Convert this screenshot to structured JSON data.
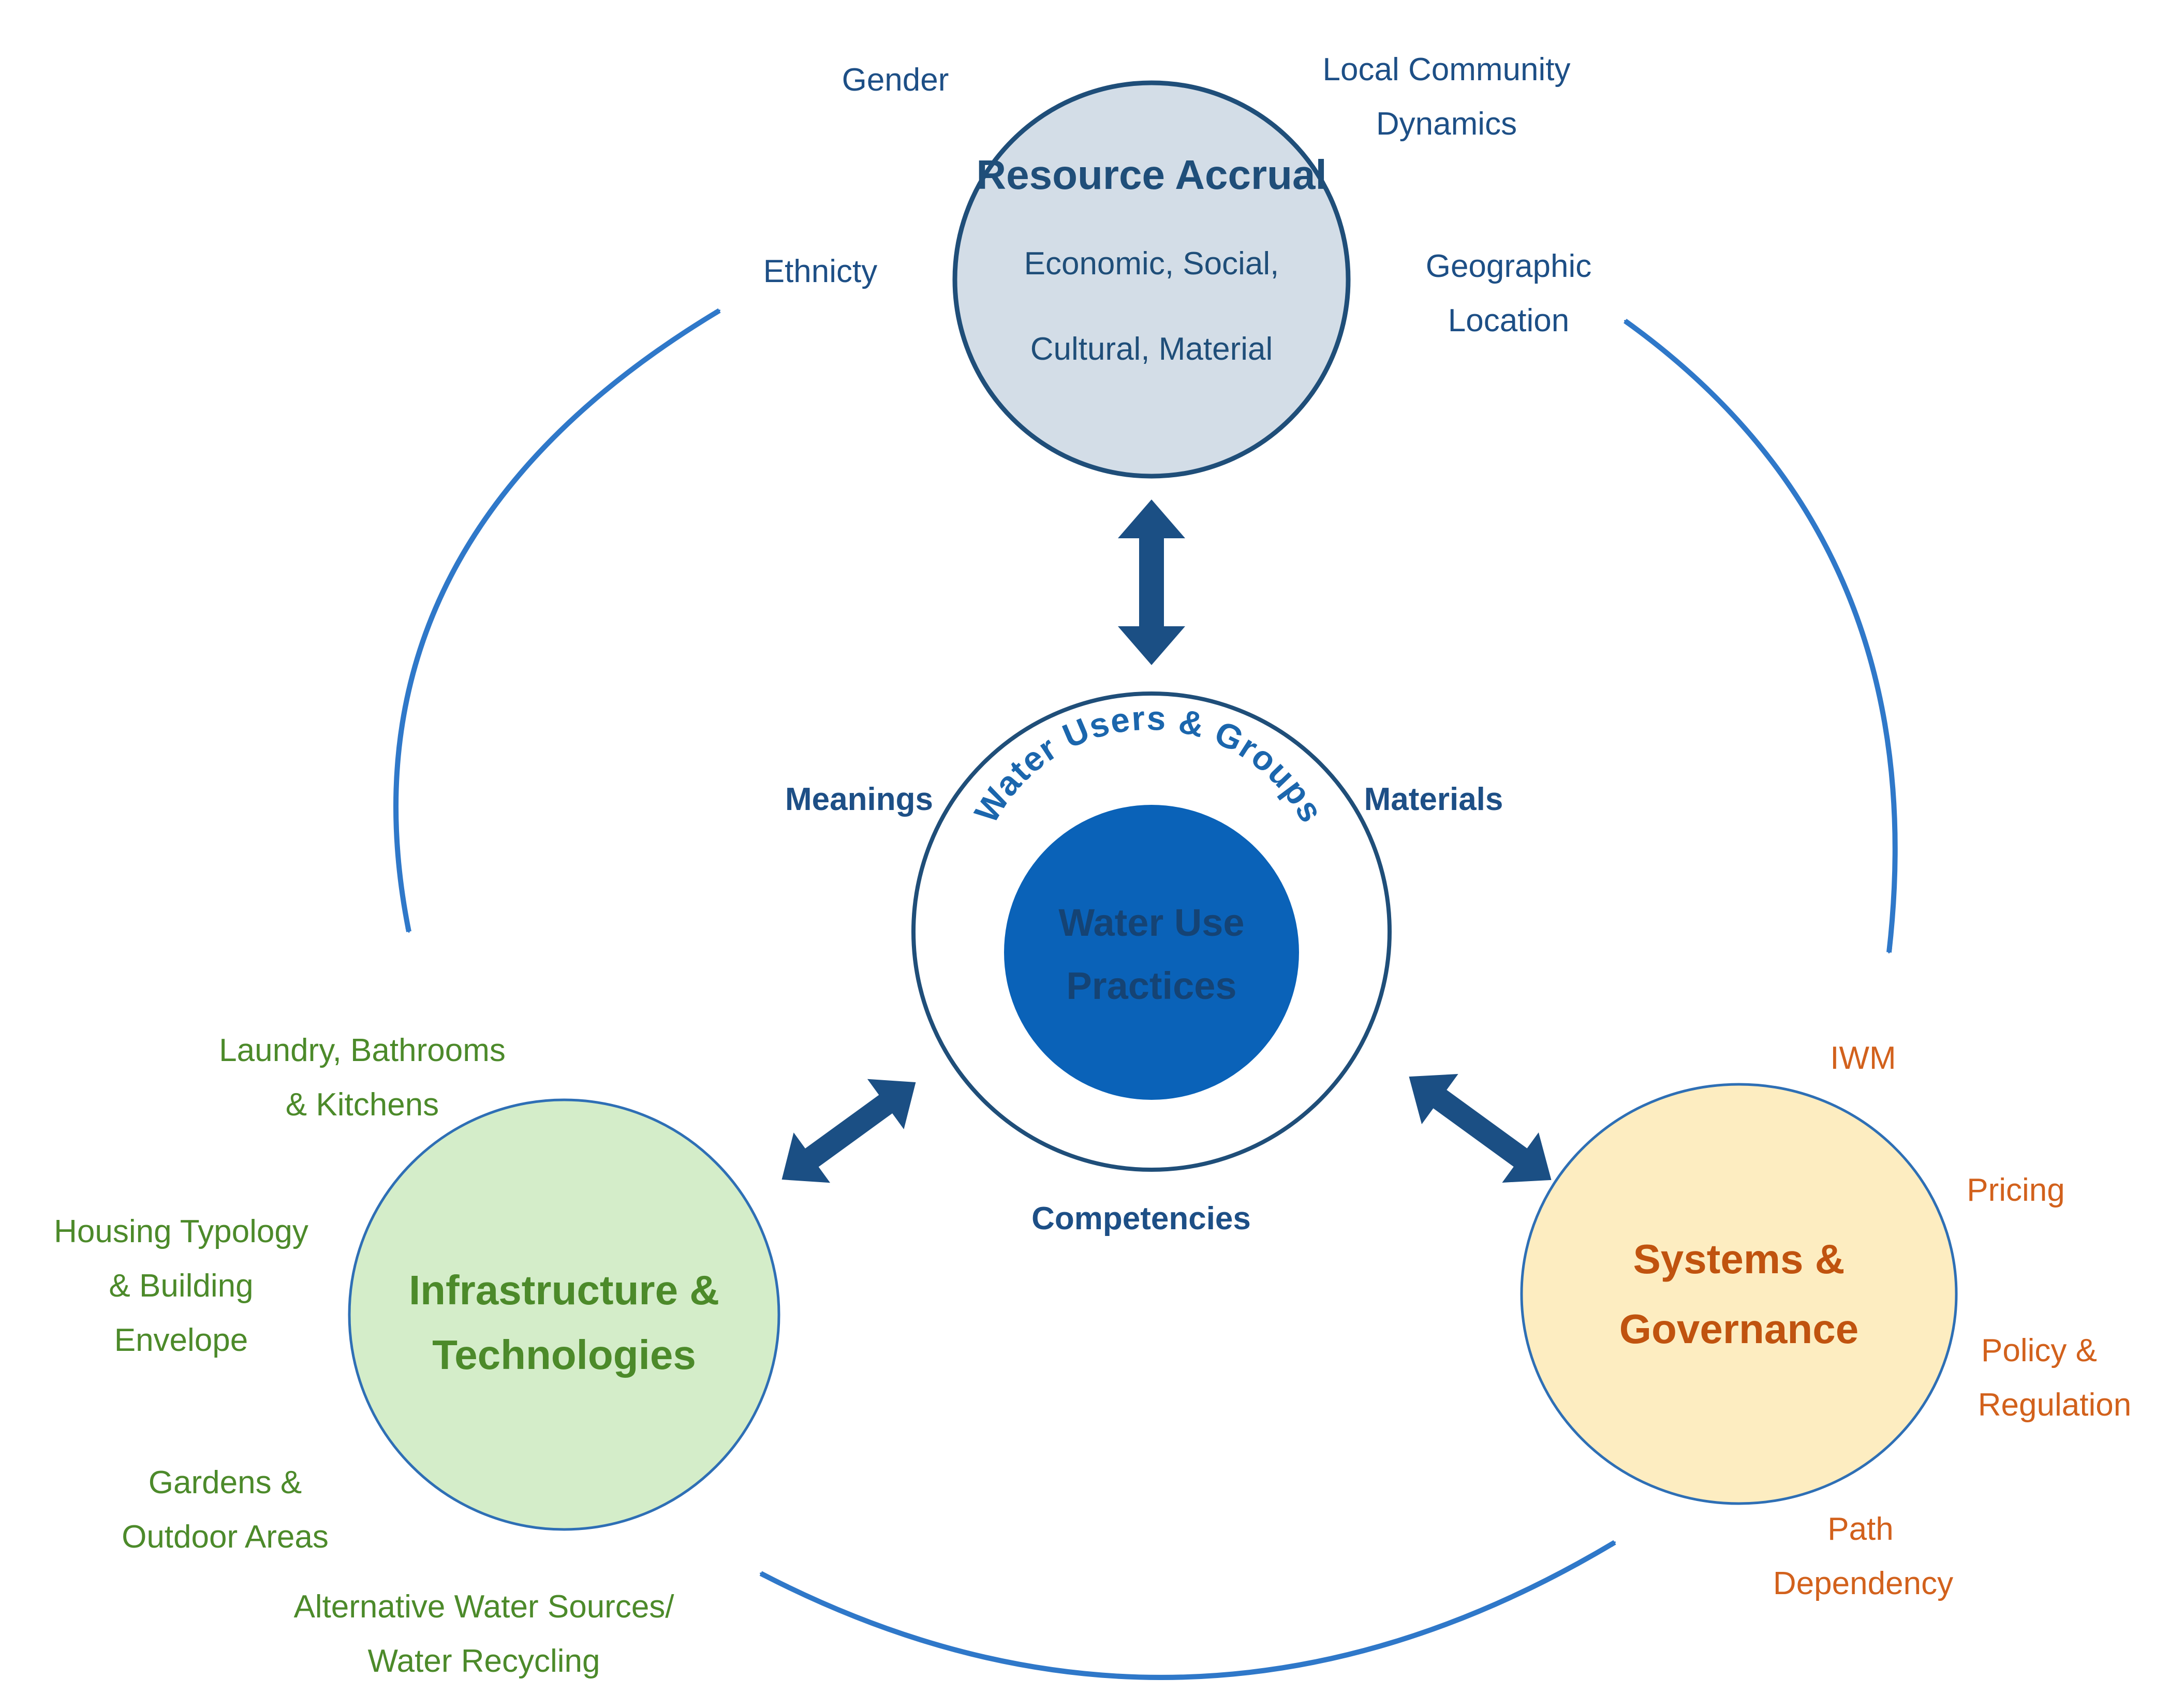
{
  "resource_accrual": {
    "title": "Resource Accrual",
    "subtitle_line1": "Economic, Social,",
    "subtitle_line2": "Cultural, Material",
    "labels": {
      "gender": "Gender",
      "ethnicity": "Ethnicty",
      "local_community_line1": "Local Community",
      "local_community_line2": "Dynamics",
      "geographic_line1": "Geographic",
      "geographic_line2": "Location"
    }
  },
  "center": {
    "ring_text": "Water Users & Groups",
    "inner_line1": "Water Use",
    "inner_line2": "Practices",
    "labels": {
      "meanings": "Meanings",
      "materials": "Materials",
      "competencies": "Competencies"
    }
  },
  "infrastructure": {
    "title_line1": "Infrastructure &",
    "title_line2": "Technologies",
    "labels": {
      "laundry_line1": "Laundry, Bathrooms",
      "laundry_line2": "& Kitchens",
      "housing_line1": "Housing Typology",
      "housing_line2": "& Building",
      "housing_line3": "Envelope",
      "gardens_line1": "Gardens &",
      "gardens_line2": "Outdoor Areas",
      "alt_line1": "Alternative Water Sources/",
      "alt_line2": "Water Recycling"
    }
  },
  "systems": {
    "title_line1": "Systems &",
    "title_line2": "Governance",
    "labels": {
      "iwm": "IWM",
      "pricing": "Pricing",
      "policy_line1": "Policy &",
      "policy_line2": "Regulation",
      "path_line1": "Path",
      "path_line2": "Dependency"
    }
  },
  "colors": {
    "resource_fill": "#d3dde7",
    "resource_stroke": "#1f4e79",
    "center_ring_stroke": "#1f4e79",
    "center_core_fill": "#0a62b8",
    "infra_fill": "#d4edc9",
    "infra_stroke": "#2e6fb5",
    "systems_fill": "#fdedc1",
    "systems_stroke": "#2e6fb5",
    "thick_arrow": "#1b4f84",
    "thin_arrow": "#2f78c9",
    "blue_text": "#1d4f86",
    "green_text": "#4c8a2a",
    "orange_text": "#d2611c"
  }
}
